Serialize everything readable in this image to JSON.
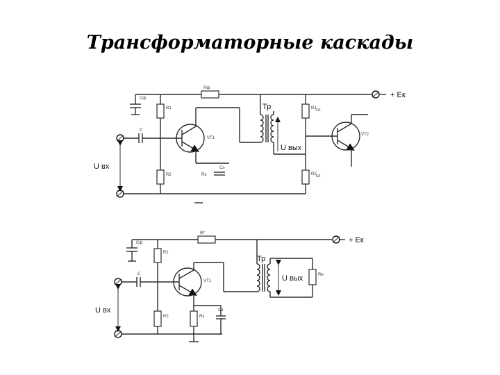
{
  "title": "Трансформаторные каскады",
  "top_circuit": {
    "supply": "+ Eк",
    "input_voltage": "U вх",
    "output_voltage": "U вых",
    "transformer": "Тр",
    "labels": {
      "filter_res": "Rф",
      "filter_cap": "Cф",
      "r1": "R1",
      "r2": "R2",
      "coupling_cap": "C",
      "transistor1": "VT1",
      "re": "Rэ",
      "ce": "Cэ",
      "r1_next": "R1",
      "r1_next_sub": "сл",
      "r2_next": "R2",
      "r2_next_sub": "сл",
      "transistor2": "VT2"
    }
  },
  "bottom_circuit": {
    "supply": "+ Eк",
    "input_voltage": "U вх",
    "output_voltage": "U вых",
    "transformer": "Тр",
    "labels": {
      "filter_res": "Rт",
      "filter_cap": "Cф",
      "r1": "R1",
      "r2": "R2",
      "coupling_cap": "C",
      "transistor": "VT1",
      "re": "Rэ",
      "ce": "Cэ",
      "load": "Rн"
    }
  }
}
